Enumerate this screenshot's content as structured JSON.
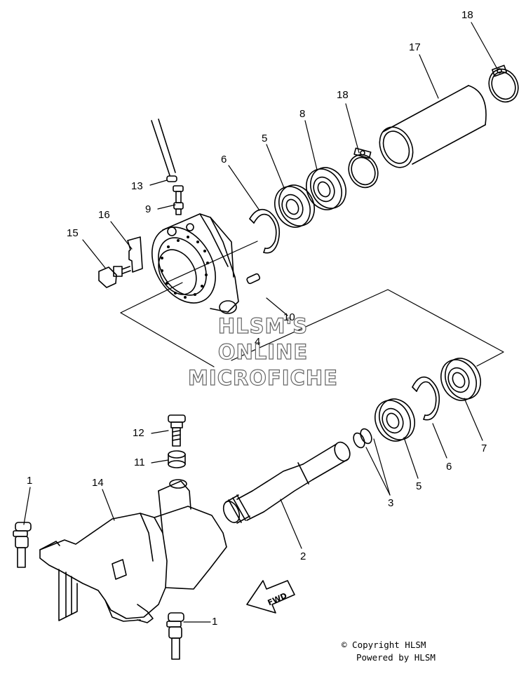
{
  "watermark": {
    "line1": "HLSM'S",
    "line2": "ONLINE",
    "line3": "MICROFICHE"
  },
  "copyright": {
    "line1": "© Copyright HLSM",
    "line2": "Powered by HLSM"
  },
  "fwd_label": "FWD",
  "callouts": {
    "c18a": "18",
    "c17": "17",
    "c18b": "18",
    "c8": "8",
    "c5a": "5",
    "c6a": "6",
    "c13": "13",
    "c9": "9",
    "c16": "16",
    "c15": "15",
    "c10": "10",
    "c4": "4",
    "c12": "12",
    "c11": "11",
    "c1a": "1",
    "c14": "14",
    "c7": "7",
    "c6b": "6",
    "c5b": "5",
    "c3": "3",
    "c2": "2",
    "c1b": "1"
  }
}
